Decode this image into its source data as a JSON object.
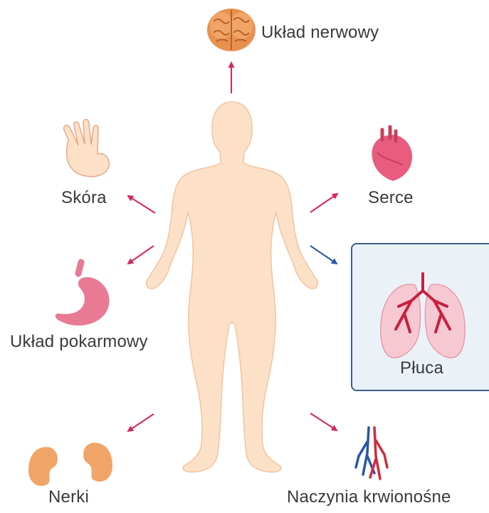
{
  "labels": {
    "nervous": "Układ nerwowy",
    "skin": "Skóra",
    "heart": "Serce",
    "digestive": "Układ pokarmowy",
    "lungs": "Płuca",
    "kidneys": "Nerki",
    "vessels": "Naczynia krwionośne"
  },
  "colors": {
    "arrow_red": "#d6285a",
    "arrow_blue": "#2a55a8",
    "body_fill": "#fde0c8",
    "body_stroke": "#f2c3a0",
    "highlight_bg": "#eaf2f8",
    "highlight_border": "#3d5f8f"
  },
  "icons": {
    "nervous": "brain-icon",
    "skin": "hand-icon",
    "heart": "heart-icon",
    "digestive": "stomach-icon",
    "lungs": "lungs-icon",
    "kidneys": "kidneys-icon",
    "vessels": "blood-vessels-icon"
  }
}
